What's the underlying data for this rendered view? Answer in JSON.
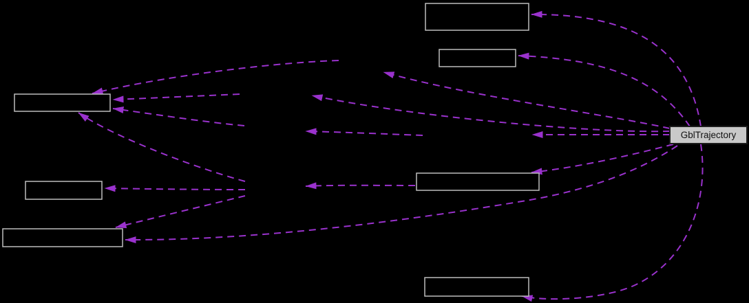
{
  "diagram": {
    "main_node": {
      "label": "GblTrajectory"
    },
    "unlabeled_box_count": 7,
    "edge_style": "dashed",
    "colors": {
      "background": "#000000",
      "edge": "#9a32cd",
      "box_border": "#bdbdbd",
      "main_node_fill": "#c9c9c9",
      "main_node_border": "#1c1c1c",
      "main_node_text": "#111111"
    }
  }
}
